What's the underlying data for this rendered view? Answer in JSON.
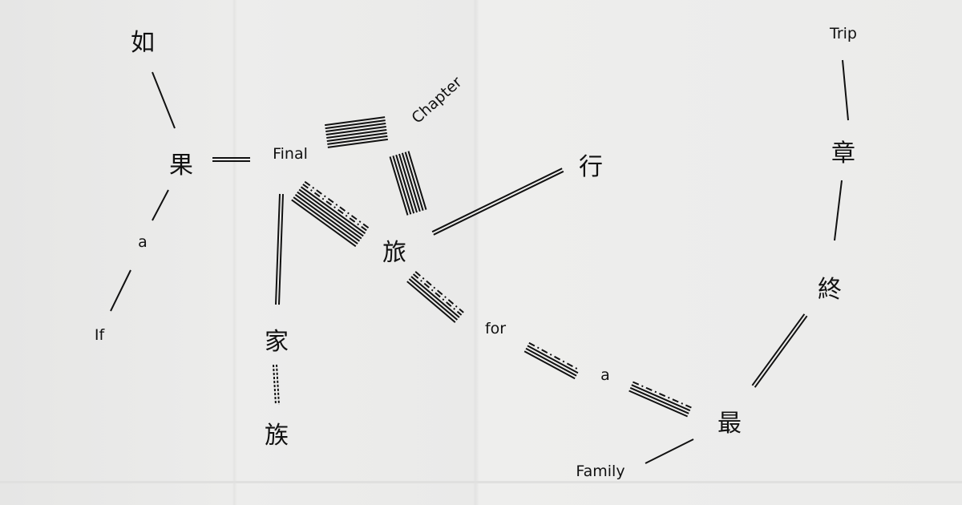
{
  "nodes": {
    "ru": "如",
    "guo": "果",
    "a1": "a",
    "if": "If",
    "final": "Final",
    "chapter": "Chapter",
    "lu": "旅",
    "xing": "行",
    "jia": "家",
    "zu": "族",
    "for": "for",
    "a2": "a",
    "zui": "最",
    "family": "Family",
    "zhong": "終",
    "zhang": "章",
    "trip": "Trip"
  },
  "edges": [
    {
      "from": "ru",
      "to": "guo",
      "lines": 1,
      "dashed": 0
    },
    {
      "from": "guo",
      "to": "a1",
      "lines": 1,
      "dashed": 0
    },
    {
      "from": "a1",
      "to": "if",
      "lines": 1,
      "dashed": 0
    },
    {
      "from": "guo",
      "to": "final",
      "lines": 2,
      "dashed": 0
    },
    {
      "from": "final",
      "to": "chapter",
      "lines": 8,
      "dashed": 0
    },
    {
      "from": "chapter",
      "to": "lu",
      "lines": 7,
      "dashed": 0
    },
    {
      "from": "final",
      "to": "lu",
      "lines": 8,
      "dashed": 2
    },
    {
      "from": "final",
      "to": "jia",
      "lines": 2,
      "dashed": 0
    },
    {
      "from": "lu",
      "to": "xing",
      "lines": 2,
      "dashed": 0
    },
    {
      "from": "jia",
      "to": "zu",
      "lines": 2,
      "dashed": 2
    },
    {
      "from": "lu",
      "to": "for",
      "lines": 5,
      "dashed": 2
    },
    {
      "from": "for",
      "to": "a2",
      "lines": 4,
      "dashed": 1
    },
    {
      "from": "a2",
      "to": "zui",
      "lines": 4,
      "dashed": 1
    },
    {
      "from": "zui",
      "to": "family",
      "lines": 1,
      "dashed": 0
    },
    {
      "from": "zui",
      "to": "zhong",
      "lines": 2,
      "dashed": 0
    },
    {
      "from": "zhong",
      "to": "zhang",
      "lines": 1,
      "dashed": 0
    },
    {
      "from": "zhang",
      "to": "trip",
      "lines": 1,
      "dashed": 0
    }
  ]
}
